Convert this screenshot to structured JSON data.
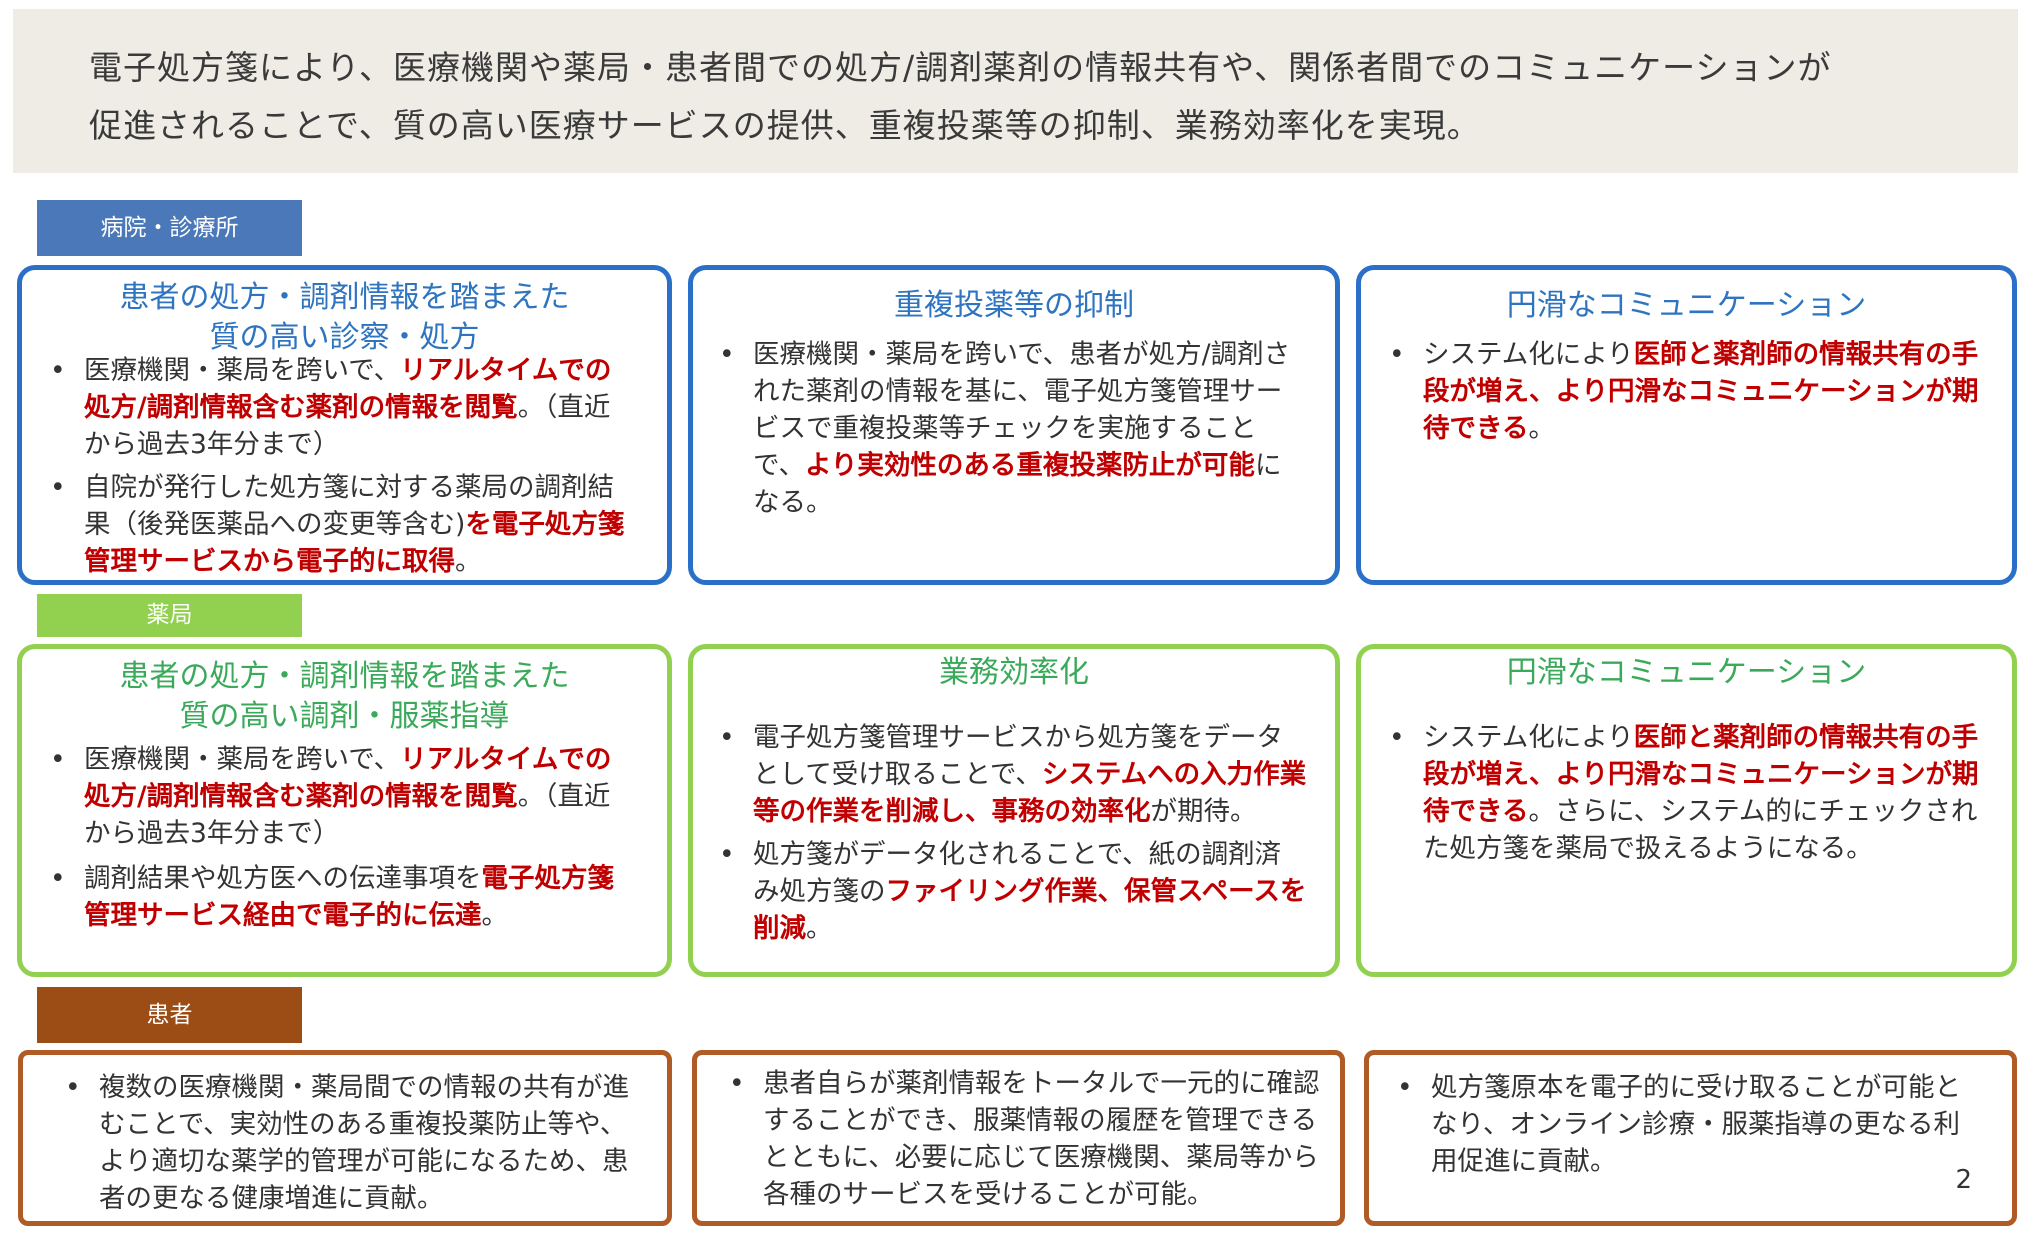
{
  "banner": {
    "line1": "電子処方箋により、医療機関や薬局・患者間での処方/調剤薬剤の情報共有や、関係者間でのコミュニケーションが",
    "line2": "促進されることで、質の高い医療サービスの提供、重複投薬等の抑制、業務効率化を実現。"
  },
  "labels": {
    "hospital": "病院・診療所",
    "pharmacy": "薬局",
    "patient": "患者"
  },
  "hospital": {
    "box1": {
      "title1": "患者の処方・調剤情報を踏まえた",
      "title2": "質の高い診察・処方",
      "b1_pre": "医療機関・薬局を跨いで、",
      "b1_red": "リアルタイムでの処方/調剤情報含む薬剤の情報を閲覧",
      "b1_post": "。（直近から過去3年分まで）",
      "b2_pre": "自院が発行した処方箋に対する薬局の調剤結果（後発医薬品への変更等含む)",
      "b2_red": "を電子処方箋管理サービスから電子的に取得",
      "b2_post": "。"
    },
    "box2": {
      "title": "重複投薬等の抑制",
      "b1_pre": "医療機関・薬局を跨いで、患者が処方/調剤された薬剤の情報を基に、電子処方箋管理サービスで重複投薬等チェックを実施することで、",
      "b1_red": "より実効性のある重複投薬防止が可能",
      "b1_post": "になる。"
    },
    "box3": {
      "title": "円滑なコミュニケーション",
      "b1_pre": "システム化により",
      "b1_red": "医師と薬剤師の情報共有の手段が増え、より円滑なコミュニケーションが期待できる",
      "b1_post": "。"
    }
  },
  "pharmacy": {
    "box1": {
      "title1": "患者の処方・調剤情報を踏まえた",
      "title2": "質の高い調剤・服薬指導",
      "b1_pre": "医療機関・薬局を跨いで、",
      "b1_red": "リアルタイムでの処方/調剤情報含む薬剤の情報を閲覧",
      "b1_post": "。（直近から過去3年分まで）",
      "b2_pre": "調剤結果や処方医への伝達事項を",
      "b2_red": "電子処方箋管理サービス経由で電子的に伝達",
      "b2_post": "。"
    },
    "box2": {
      "title": "業務効率化",
      "b1_pre": "電子処方箋管理サービスから処方箋をデータとして受け取ることで、",
      "b1_red": "システムへの入力作業等の作業を削減し、事務の効率化",
      "b1_post": "が期待。",
      "b2_pre": "処方箋がデータ化されることで、紙の調剤済み処方箋の",
      "b2_red": "ファイリング作業、保管スペースを削減",
      "b2_post": "。"
    },
    "box3": {
      "title": "円滑なコミュニケーション",
      "b1_pre": "システム化により",
      "b1_red": "医師と薬剤師の情報共有の手段が増え、より円滑なコミュニケーションが期待できる",
      "b1_post": "。さらに、システム的にチェックされた処方箋を薬局で扱えるようになる。"
    }
  },
  "patient": {
    "box1": "複数の医療機関・薬局間での情報の共有が進むことで、実効性のある重複投薬防止等や、より適切な薬学的管理が可能になるため、患者の更なる健康増進に貢献。",
    "box2": "患者自らが薬剤情報をトータルで一元的に確認することができ、服薬情報の履歴を管理できるとともに、必要に応じて医療機関、薬局等から各種のサービスを受けることが可能。",
    "box3": "処方箋原本を電子的に受け取ることが可能となり、オンライン診療・服薬指導の更なる利用促進に貢献。"
  },
  "page_number": "2"
}
